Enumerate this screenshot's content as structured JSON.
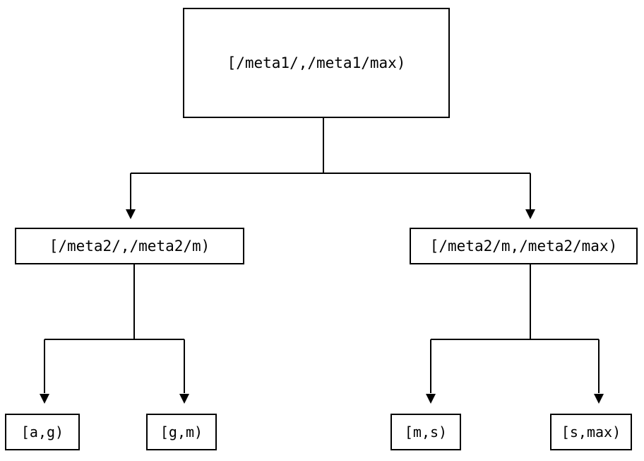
{
  "diagram": {
    "type": "tree",
    "title": "",
    "background_color": "#ffffff",
    "line_color": "#000000",
    "text_color": "#000000",
    "nodes": {
      "root": {
        "label": "[/meta1/,/meta1/max)"
      },
      "mid_left": {
        "label": "[/meta2/,/meta2/m)"
      },
      "mid_right": {
        "label": "[/meta2/m,/meta2/max)"
      },
      "leaf_1": {
        "label": "[a,g)"
      },
      "leaf_2": {
        "label": "[g,m)"
      },
      "leaf_3": {
        "label": "[m,s)"
      },
      "leaf_4": {
        "label": "[s,max)"
      }
    },
    "edges": [
      {
        "from": "root",
        "to": "mid_left",
        "arrow": "triangle-down"
      },
      {
        "from": "root",
        "to": "mid_right",
        "arrow": "triangle-down"
      },
      {
        "from": "mid_left",
        "to": "leaf_1",
        "arrow": "triangle-down"
      },
      {
        "from": "mid_left",
        "to": "leaf_2",
        "arrow": "triangle-down"
      },
      {
        "from": "mid_right",
        "to": "leaf_3",
        "arrow": "triangle-down"
      },
      {
        "from": "mid_right",
        "to": "leaf_4",
        "arrow": "triangle-down"
      }
    ]
  }
}
